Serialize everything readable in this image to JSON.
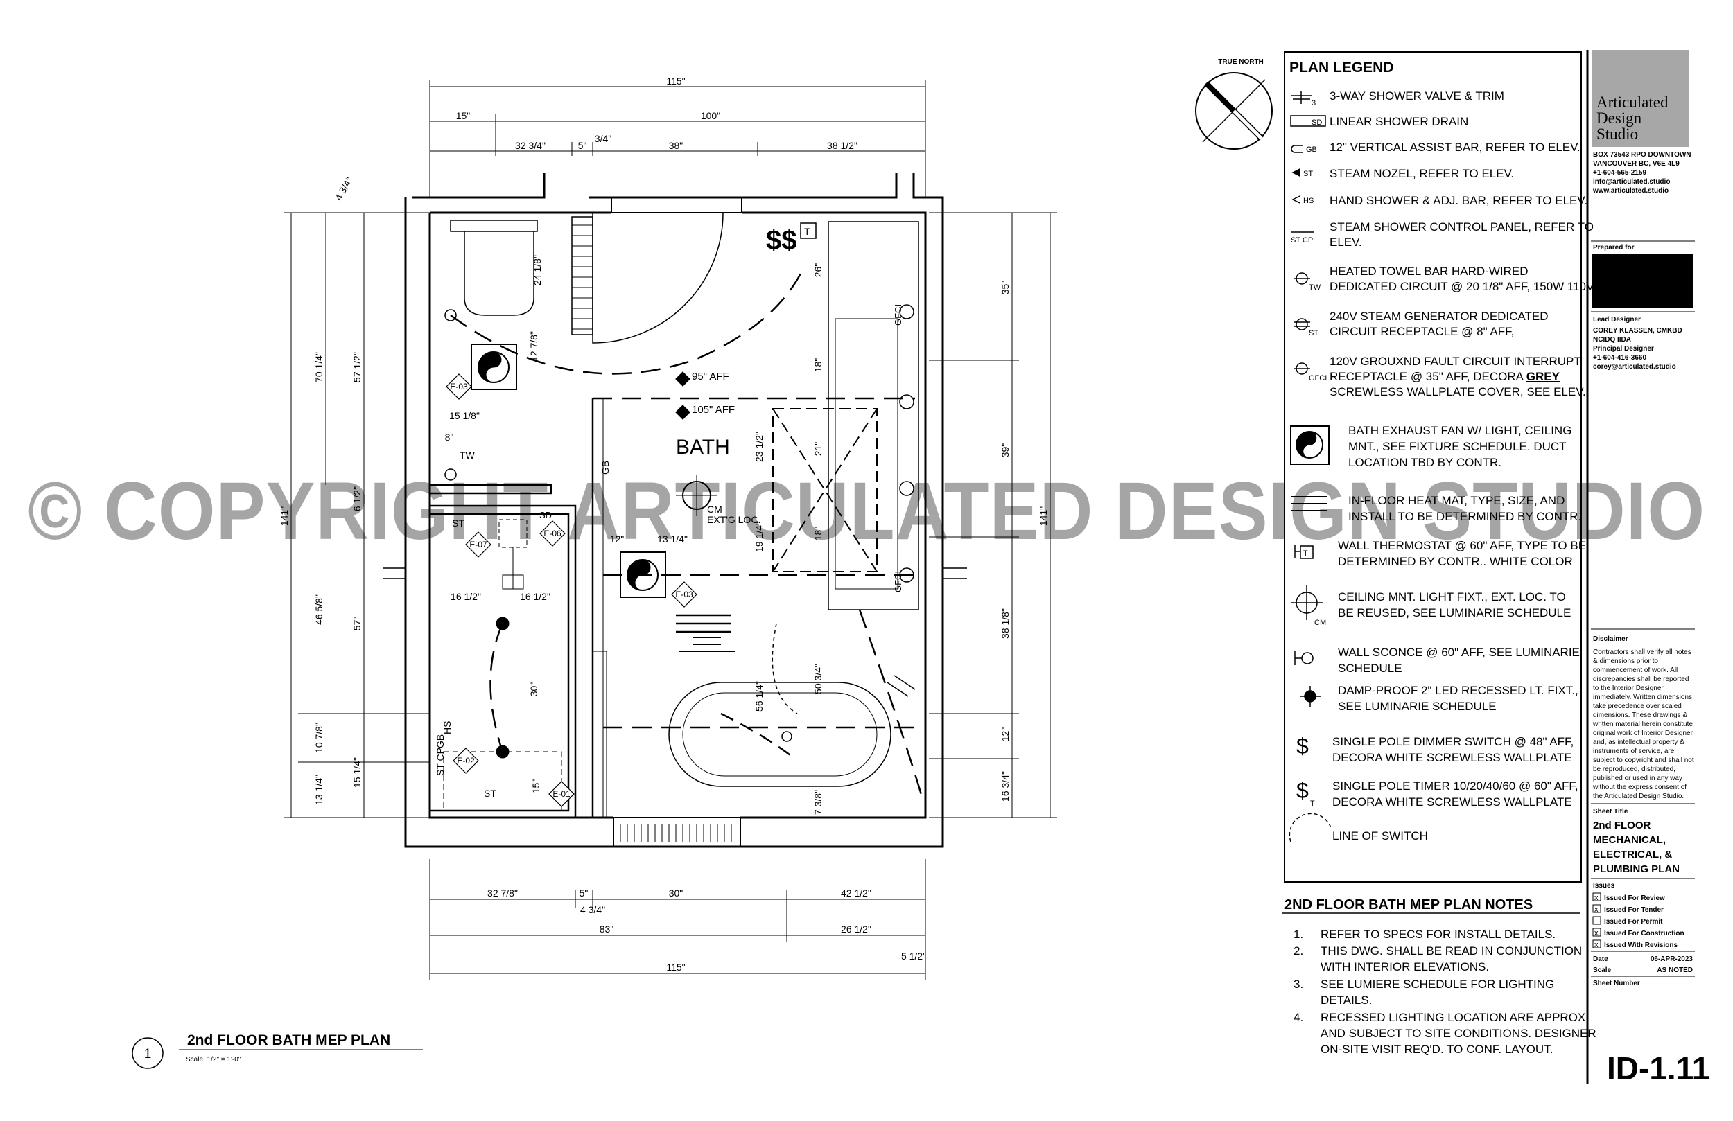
{
  "watermark": "© COPYRIGHT ARTICULATED DESIGN STUDIO",
  "north": {
    "label": "TRUE NORTH"
  },
  "plan": {
    "room_label": "BATH",
    "aff_95": "95\" AFF",
    "aff_105": "105\" AFF",
    "cm_label": "CM",
    "extg_loc": "EXT'G LOC.",
    "tw": "TW",
    "st": "ST",
    "sd": "SD",
    "gb": "GB",
    "hs": "HS",
    "stcp": "ST CP",
    "gfci": "GFCI",
    "t": "T",
    "tags": [
      "E-03",
      "E-07",
      "E-06",
      "E-03",
      "E-02",
      "E-01"
    ],
    "dims_top": [
      "115\"",
      "15\"",
      "100\"",
      "32 3/4\"",
      "5\"",
      "3/4\"",
      "38\"",
      "38 1/2\""
    ],
    "dims_bottom": [
      "32 7/8\"",
      "5\"",
      "30\"",
      "42 1/2\"",
      "4 3/4\"",
      "83\"",
      "26 1/2\"",
      "5 1/2\"",
      "115\""
    ],
    "dims_left": [
      "70 1/4\"",
      "57 1/2\"",
      "141\"",
      "6 1/2\"",
      "46 5/8\"",
      "57\"",
      "10 7/8\"",
      "15 1/4\"",
      "13 1/4\"",
      "4 3/4\""
    ],
    "dims_right": [
      "35\"",
      "39\"",
      "141\"",
      "38 1/8\"",
      "12\"",
      "16 3/4\""
    ],
    "dims_interior": [
      "24 1/8\"",
      "12 7/8\"",
      "15 1/8\"",
      "8\"",
      "26\"",
      "18\"",
      "21\"",
      "18\"",
      "23 1/2\"",
      "19 1/4\"",
      "12\"",
      "13 1/4\"",
      "16 1/2\"",
      "16 1/2\"",
      "30\"",
      "15\"",
      "56 1/4\"",
      "50 3/4\"",
      "7 3/8\""
    ],
    "title": "2nd FLOOR BATH MEP PLAN",
    "scale": "Scale: 1/2\" = 1'-0\"",
    "number": "1"
  },
  "legend": {
    "title": "PLAN LEGEND",
    "items": [
      "3-WAY SHOWER VALVE & TRIM",
      "LINEAR SHOWER DRAIN",
      "12\" VERTICAL ASSIST BAR, REFER TO ELEV.",
      "STEAM NOZEL, REFER TO ELEV.",
      "HAND SHOWER & ADJ. BAR, REFER TO ELEV.",
      "STEAM SHOWER CONTROL PANEL, REFER TO ELEV.",
      "HEATED TOWEL BAR HARD-WIRED DEDICATED CIRCUIT @ 20 1/8\" AFF, 150W 110V",
      "240V STEAM GENERATOR DEDICATED CIRCUIT RECEPTACLE @ 8\" AFF,",
      "120V GROUXND FAULT CIRCUIT INTERRUPT RECEPTACLE @ 35\" AFF, DECORA GREY SCREWLESS WALLPLATE COVER, SEE ELEV.",
      "BATH EXHAUST FAN W/ LIGHT, CEILING MNT., SEE FIXTURE SCHEDULE. DUCT LOCATION TBD BY CONTR.",
      "IN-FLOOR HEAT MAT, TYPE, SIZE, AND INSTALL TO BE DETERMINED BY CONTR.",
      "WALL THERMOSTAT @ 60\" AFF, TYPE TO BE DETERMINED BY CONTR.. WHITE COLOR",
      "CEILING MNT. LIGHT FIXT., EXT. LOC. TO BE REUSED, SEE LUMINARIE SCHEDULE",
      "WALL SCONCE @ 60\" AFF, SEE LUMINARIE SCHEDULE",
      "DAMP-PROOF 2\" LED RECESSED LT. FIXT., SEE LUMINARIE SCHEDULE",
      "SINGLE POLE DIMMER SWITCH @ 48\" AFF, DECORA WHITE SCREWLESS WALLPLATE",
      "SINGLE POLE TIMER 10/20/40/60 @ 60\" AFF, DECORA WHITE SCREWLESS WALLPLATE",
      "LINE OF SWITCH"
    ],
    "symbol_labels": [
      "3",
      "SD",
      "GB",
      "ST",
      "HS",
      "ST CP",
      "TW",
      "ST",
      "GFCI",
      "T",
      "CM",
      "$",
      "$",
      "T"
    ]
  },
  "notes": {
    "title": "2ND FLOOR BATH MEP PLAN NOTES",
    "items": [
      [
        "1.",
        "REFER TO SPECS FOR INSTALL DETAILS."
      ],
      [
        "2.",
        "THIS DWG. SHALL BE READ IN CONJUNCTION WITH INTERIOR ELEVATIONS."
      ],
      [
        "3.",
        "SEE LUMIERE SCHEDULE FOR LIGHTING DETAILS."
      ],
      [
        "4.",
        "RECESSED LIGHTING LOCATION ARE APPROX. AND SUBJECT TO SITE CONDITIONS. DESIGNER ON-SITE VISIT REQ'D. TO CONF. LAYOUT."
      ]
    ]
  },
  "titleblock": {
    "firm": [
      "Articulated",
      "Design",
      "Studio"
    ],
    "address": [
      "BOX 73543 RPO DOWNTOWN",
      "VANCOUVER BC, V6E 4L9",
      "+1-604-565-2159",
      "info@articulated.studio",
      "www.articulated.studio"
    ],
    "prepared_for": "Prepared for",
    "lead_designer_label": "Lead Designer",
    "lead_designer": [
      "COREY KLASSEN, CMKBD",
      "NCIDQ IIDA"
    ],
    "principal_label": "Principal Designer",
    "principal": [
      "+1-604-416-3660",
      "corey@articulated.studio"
    ],
    "disclaimer_label": "Disclaimer",
    "disclaimer": [
      "Contractors shall verify all notes",
      "& dimensions prior to",
      "commencement of work. All",
      "discrepancies shall be reported",
      "to the Interior Designer",
      "immediately. Written dimensions",
      "take precedence over scaled",
      "dimensions. These drawings &",
      "written material herein constitute",
      "original work of Interior Designer",
      "and, as intellectual property &",
      "instruments of service, are",
      "subject to copyright and shall not",
      "be reproduced, distributed,",
      "published or used in any way",
      "without the express consent of",
      "the Articulated Design Studio."
    ],
    "sheet_title_label": "Sheet Title",
    "sheet_title": [
      "2nd FLOOR",
      "MECHANICAL,",
      "ELECTRICAL, &",
      "PLUMBING PLAN"
    ],
    "issues_label": "Issues",
    "issues": [
      {
        "label": "Issued For Review",
        "checked": true
      },
      {
        "label": "Issued For Tender",
        "checked": true
      },
      {
        "label": "Issued For Permit",
        "checked": false
      },
      {
        "label": "Issued For Construction",
        "checked": true
      },
      {
        "label": "Issued With Revisions",
        "checked": true
      }
    ],
    "date_label": "Date",
    "date": "06-APR-2023",
    "scale_label": "Scale",
    "scale": "AS NOTED",
    "sheet_number_label": "Sheet Number",
    "sheet_number": "ID-1.11"
  }
}
